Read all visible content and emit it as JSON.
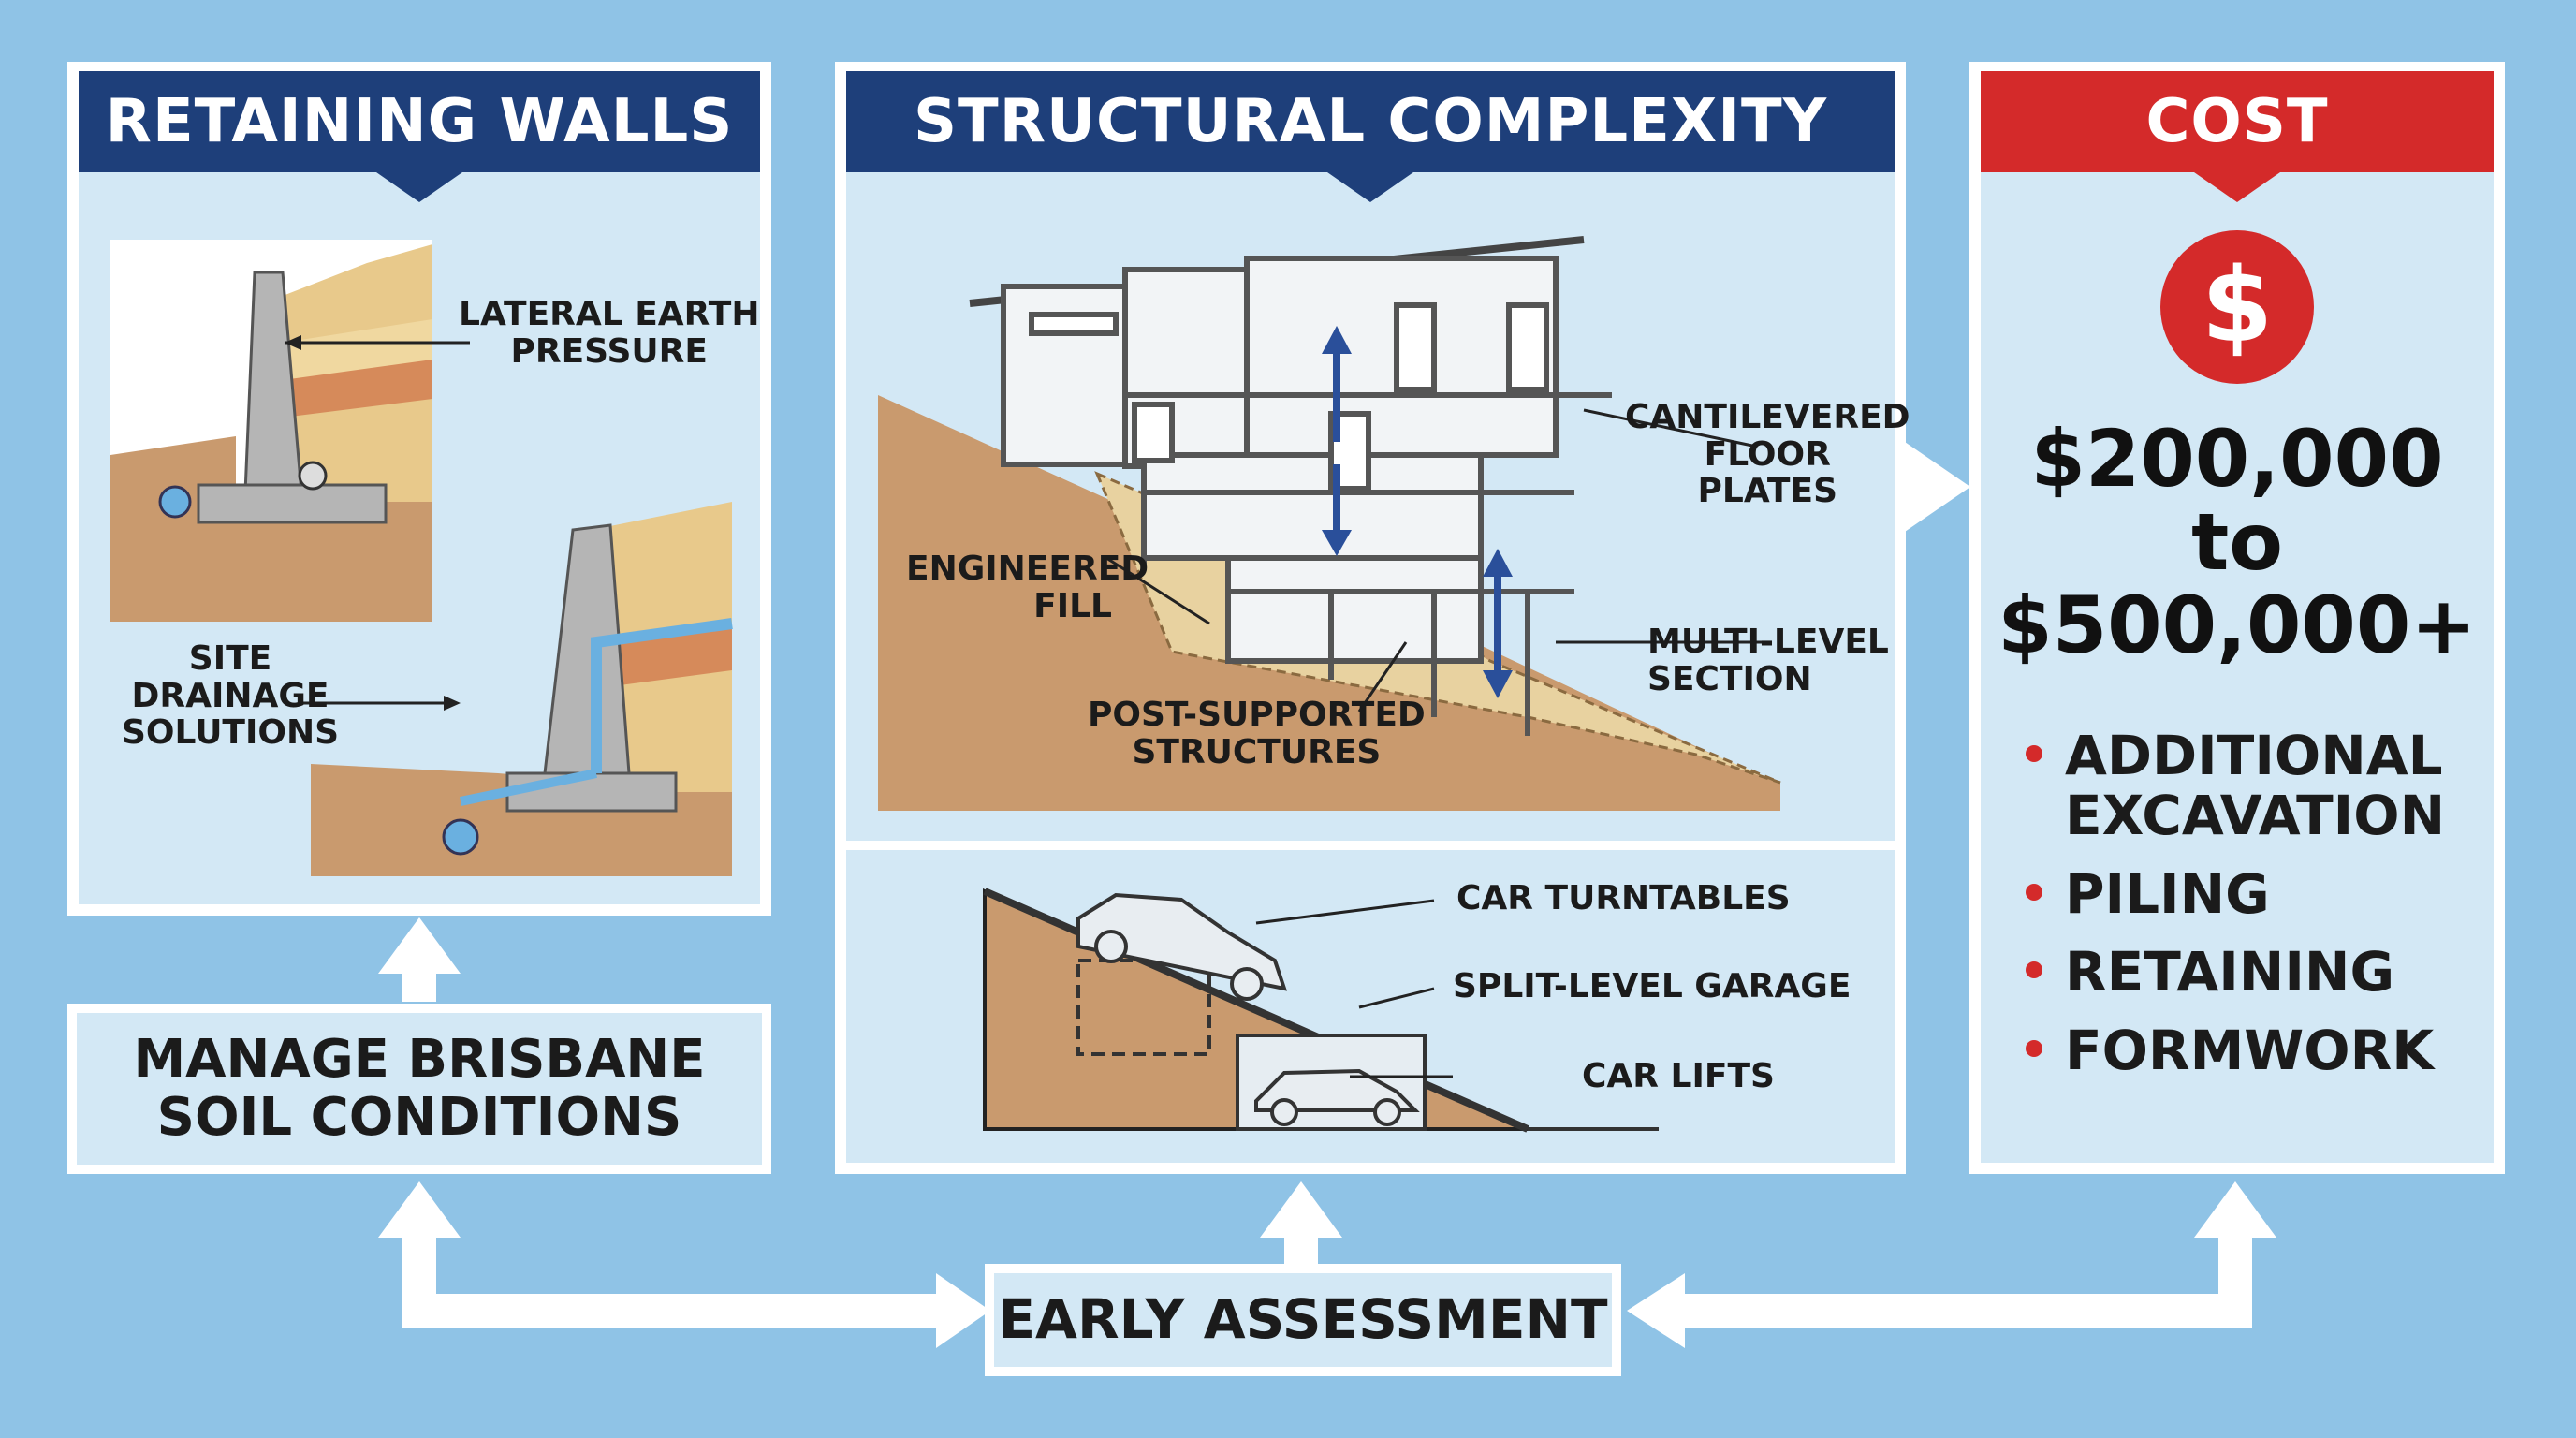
{
  "colors": {
    "background": "#8fc3e6",
    "panel_fill": "#d3e8f5",
    "navy_header": "#1e3f7a",
    "red_header": "#d42a2a",
    "soil": "#c99a6e",
    "arrow_blue": "#2a4f9a"
  },
  "retaining_walls": {
    "title": "RETAINING WALLS",
    "lateral_earth_pressure": "LATERAL EARTH\nPRESSURE",
    "site_drainage": "SITE\nDRAINAGE\nSOLUTIONS",
    "icons": [
      "retaining-wall-cross-section",
      "drainage-wall-cross-section"
    ]
  },
  "structural_complexity": {
    "title": "STRUCTURAL COMPLEXITY",
    "cantilevered": "CANTILEVERED\nFLOOR\nPLATES",
    "engineered_fill": "ENGINEERED\nFILL",
    "multi_level": "MULTI-LEVEL\nSECTION",
    "post_supported": "POST-SUPPORTED\nSTRUCTURES",
    "car_turntables": "CAR TURNTABLES",
    "split_level_garage": "SPLIT-LEVEL GARAGE",
    "car_lifts": "CAR LIFTS"
  },
  "cost": {
    "title": "COST",
    "icon": "dollar-icon",
    "amount": "$200,000\nto\n$500,000+",
    "items": [
      "ADDITIONAL\nEXCAVATION",
      "PILING",
      "RETAINING",
      "FORMWORK"
    ]
  },
  "manage_soil": "MANAGE BRISBANE\nSOIL CONDITIONS",
  "early_assessment": "EARLY ASSESSMENT"
}
